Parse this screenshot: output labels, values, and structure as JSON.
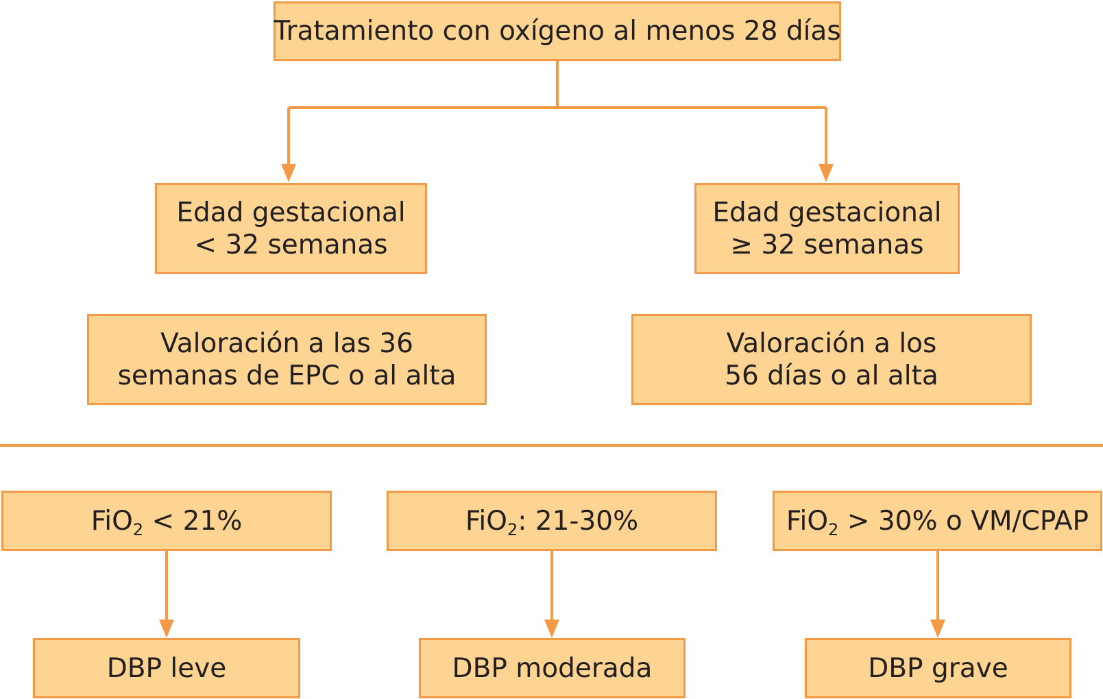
{
  "colors": {
    "box_fill": "#fdd492",
    "box_border": "#f29a46",
    "connector": "#f29a46",
    "text": "#231f20"
  },
  "top": {
    "label": "Tratamiento con oxígeno al menos 28 días"
  },
  "branches": [
    {
      "age_line1": "Edad gestacional",
      "age_line2": "< 32 semanas",
      "assess_line1": "Valoración a las 36",
      "assess_line2": "semanas de EPC o al alta"
    },
    {
      "age_line1": "Edad gestacional",
      "age_line2": "≥ 32 semanas",
      "assess_line1": "Valoración a los",
      "assess_line2": "56 días o al alta"
    }
  ],
  "criteria": [
    {
      "prefix": "FiO",
      "subscript": "2",
      "suffix": " < 21%",
      "result": "DBP leve"
    },
    {
      "prefix": "FiO",
      "subscript": "2",
      "suffix": ": 21-30%",
      "result": "DBP moderada"
    },
    {
      "prefix": "FiO",
      "subscript": "2",
      "suffix": " > 30% o VM/CPAP",
      "result": "DBP grave"
    }
  ]
}
